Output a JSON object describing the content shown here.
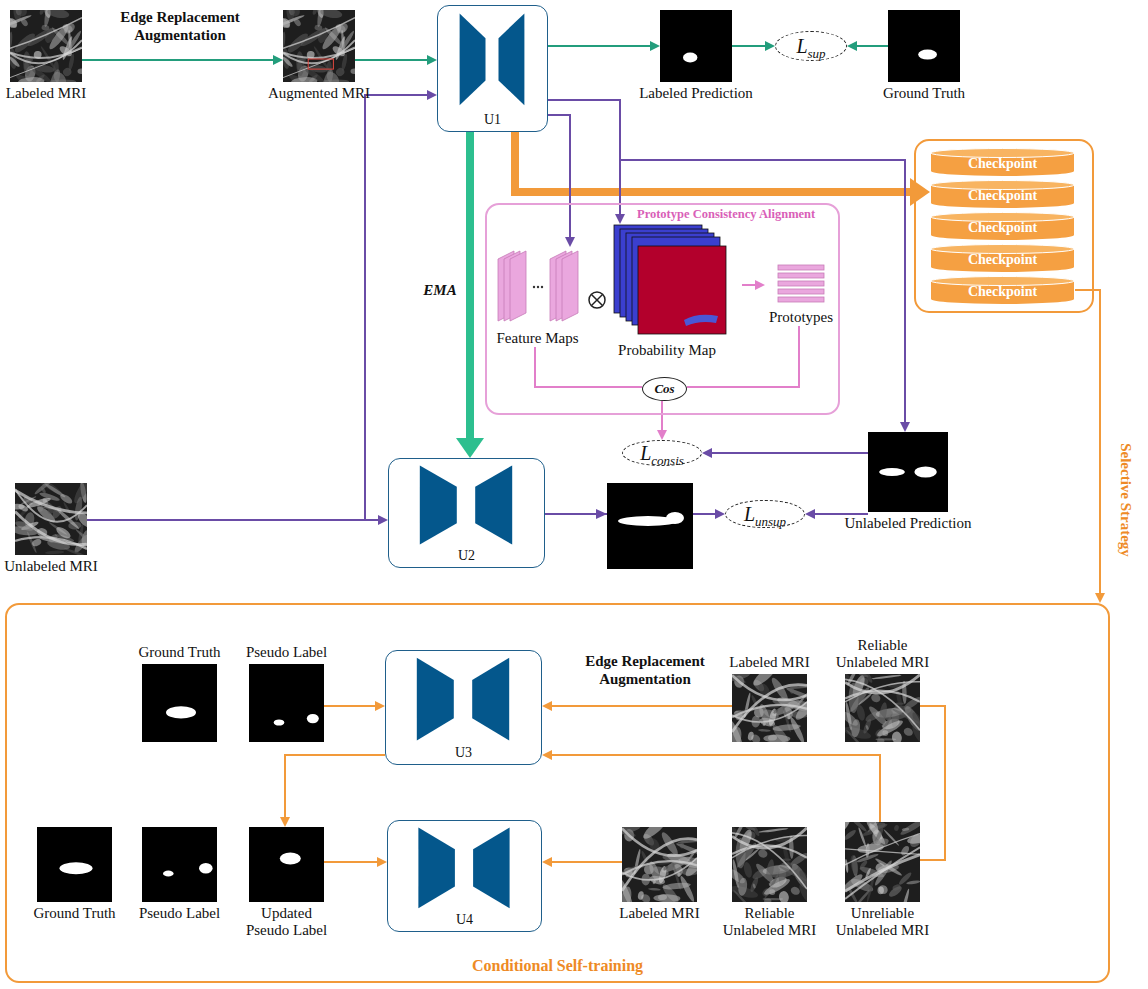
{
  "diagram": {
    "nodes": [
      {
        "text": [
          "Labeled MRI"
        ]
      },
      {
        "text": [
          "Augmented MRI"
        ]
      },
      {
        "text": [
          "U1"
        ]
      },
      {
        "text": [
          "Labeled Prediction"
        ]
      },
      {
        "text": [
          "L",
          "sup"
        ]
      },
      {
        "text": [
          "Ground Truth"
        ]
      },
      {
        "text": [
          "Checkpoint"
        ]
      },
      {
        "text": [
          "Checkpoint"
        ]
      },
      {
        "text": [
          "Checkpoint"
        ]
      },
      {
        "text": [
          "Checkpoint"
        ]
      },
      {
        "text": [
          "Checkpoint"
        ]
      },
      {
        "text": [
          "Prototype Consistency Alignment"
        ]
      },
      {
        "text": [
          "Feature Maps"
        ],
        "in": 11
      },
      {
        "text": [
          "Probability Map"
        ],
        "in": 11
      },
      {
        "text": [
          "Prototypes"
        ],
        "in": 11
      },
      {
        "text": [
          "Cos"
        ],
        "in": 11
      },
      {
        "text": [
          "L",
          "consis"
        ]
      },
      {
        "text": [
          "Unlabeled Prediction"
        ]
      },
      {
        "text": [
          "U2"
        ]
      },
      {
        "text": [
          "L",
          "unsup"
        ]
      },
      {
        "text": [
          "Unlabeled MRI"
        ]
      },
      {
        "text": [
          "Conditional Self-training"
        ]
      },
      {
        "text": [
          "Ground Truth"
        ],
        "in": 21
      },
      {
        "text": [
          "Pseudo Label"
        ],
        "in": 21
      },
      {
        "text": [
          "U3"
        ],
        "in": 21
      },
      {
        "text": [
          "Labeled MRI"
        ],
        "in": 21
      },
      {
        "text": [
          "Reliable Unlabeled MRI"
        ],
        "in": 21
      },
      {
        "text": [
          "Ground Truth"
        ],
        "in": 21
      },
      {
        "text": [
          "Pseudo Label"
        ],
        "in": 21
      },
      {
        "text": [
          "Updated Pseudo Label"
        ],
        "in": 21
      },
      {
        "text": [
          "U4"
        ],
        "in": 21
      },
      {
        "text": [
          "Labeled MRI"
        ],
        "in": 21
      },
      {
        "text": [
          "Reliable Unlabeled MRI"
        ],
        "in": 21
      },
      {
        "text": [
          "Unreliable Unlabeled MRI"
        ],
        "in": 21
      }
    ],
    "edges": [
      {
        "from": 0,
        "to": 1,
        "arrow": "to",
        "label": "Edge Replacement Augmentation"
      },
      {
        "from": 1,
        "to": 2,
        "arrow": "to"
      },
      {
        "from": 2,
        "to": 3,
        "arrow": "to"
      },
      {
        "from": 3,
        "to": 4,
        "arrow": "to"
      },
      {
        "from": 5,
        "to": 4,
        "arrow": "to"
      },
      {
        "from": 2,
        "to": 18,
        "arrow": "to",
        "label": "EMA"
      },
      {
        "from": 2,
        "to": 7,
        "arrow": "to"
      },
      {
        "from": 2,
        "to": 12,
        "arrow": "to"
      },
      {
        "from": 2,
        "to": 13,
        "arrow": "to"
      },
      {
        "from": 2,
        "to": 17,
        "arrow": "to"
      },
      {
        "from": 13,
        "to": 14,
        "arrow": "to"
      },
      {
        "from": 12,
        "to": 15,
        "arrow": "none"
      },
      {
        "from": 14,
        "to": 15,
        "arrow": "none"
      },
      {
        "from": 15,
        "to": 16,
        "arrow": "to"
      },
      {
        "from": 17,
        "to": 16,
        "arrow": "to"
      },
      {
        "from": 17,
        "to": 19,
        "arrow": "to"
      },
      {
        "from": 18,
        "to": 19,
        "arrow": "to"
      },
      {
        "from": 20,
        "to": 18,
        "arrow": "to"
      },
      {
        "from": 20,
        "to": 2,
        "arrow": "to"
      },
      {
        "from": 10,
        "to": 21,
        "arrow": "to",
        "label": "Selective Strategy"
      },
      {
        "from": 23,
        "to": 24,
        "arrow": "to"
      },
      {
        "from": 25,
        "to": 24,
        "arrow": "to",
        "label": "Edge Replacement Augmentation"
      },
      {
        "from": 33,
        "to": 24,
        "arrow": "to"
      },
      {
        "from": 26,
        "to": 33,
        "arrow": "none"
      },
      {
        "from": 24,
        "to": 29,
        "arrow": "to"
      },
      {
        "from": 29,
        "to": 30,
        "arrow": "to"
      },
      {
        "from": 31,
        "to": 30,
        "arrow": "to"
      }
    ]
  }
}
